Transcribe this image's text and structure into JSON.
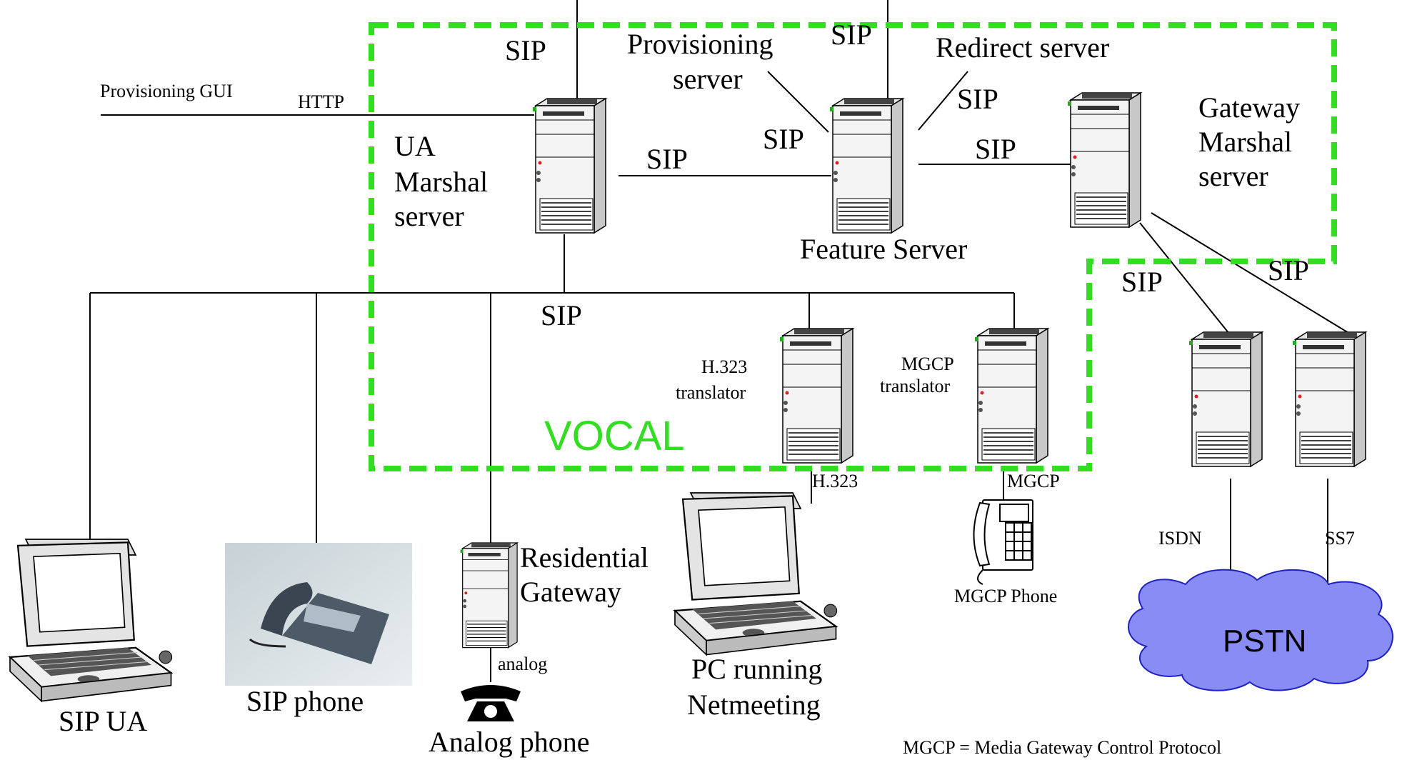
{
  "labels": {
    "sip_top_left": "SIP",
    "sip_top_mid": "SIP",
    "provisioning_server_1": "Provisioning",
    "provisioning_server_2": "server",
    "redirect_server": "Redirect server",
    "provisioning_gui": "Provisioning GUI",
    "http": "HTTP",
    "sip_redirect": "SIP",
    "sip_provisioning": "SIP",
    "ua_marshal_1": "UA",
    "ua_marshal_2": "Marshal",
    "ua_marshal_3": "server",
    "sip_ua_feature": "SIP",
    "sip_feature_gateway": "SIP",
    "gateway_marshal_1": "Gateway",
    "gateway_marshal_2": "Marshal",
    "gateway_marshal_3": "server",
    "feature_server": "Feature Server",
    "sip_gw_isdn": "SIP",
    "sip_gw_ss7": "SIP",
    "sip_bus": "SIP",
    "h323_translator_1": "H.323",
    "h323_translator_2": "translator",
    "mgcp_translator_1": "MGCP",
    "mgcp_translator_2": "translator",
    "vocal": "VOCAL",
    "h323_link": "H.323",
    "mgcp_link": "MGCP",
    "residential_gateway_1": "Residential",
    "residential_gateway_2": "Gateway",
    "analog_link": "analog",
    "isdn": "ISDN",
    "ss7": "SS7",
    "pstn": "PSTN",
    "mgcp_phone": "MGCP Phone",
    "sip_ua": "SIP UA",
    "sip_phone": "SIP phone",
    "analog_phone": "Analog phone",
    "pc_netmeeting_1": "PC running",
    "pc_netmeeting_2": "Netmeeting",
    "footnote": "MGCP = Media Gateway Control Protocol"
  },
  "colors": {
    "vocal_boundary": "#33dd22",
    "pstn_cloud": "#8a8cf5"
  }
}
